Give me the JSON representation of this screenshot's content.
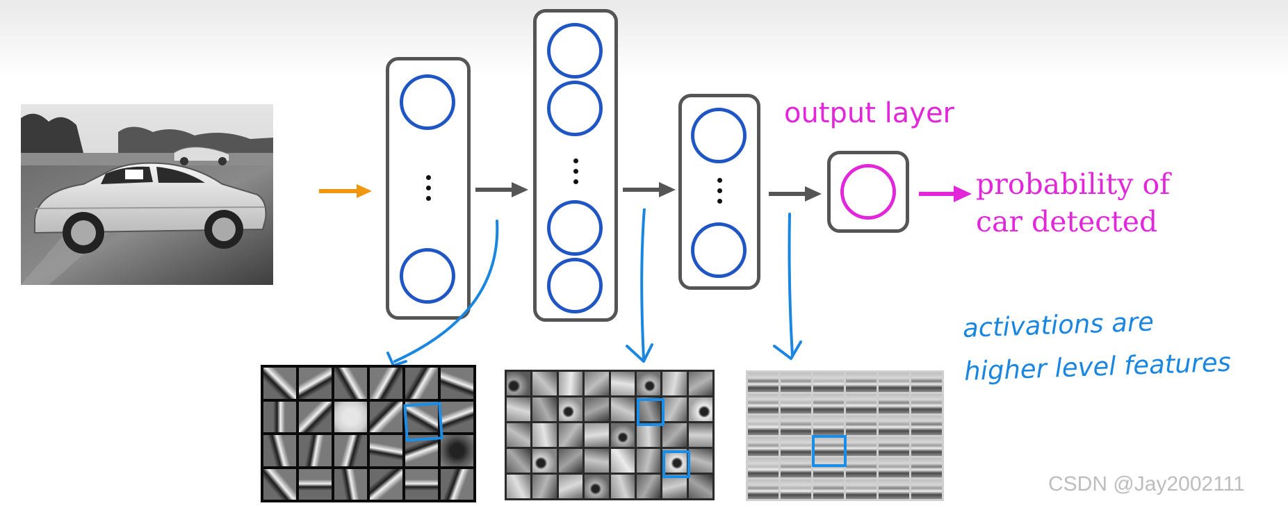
{
  "labels": {
    "output_layer": "output layer",
    "probability_line1": "probability of",
    "probability_line2": "car detected",
    "activations_line1": "activations are",
    "activations_line2": "higher level features"
  },
  "watermark": "CSDN @Jay2002111",
  "colors": {
    "neuron_blue": "#1f56c4",
    "output_magenta": "#e127d9",
    "input_arrow_orange": "#f0960f",
    "layer_arrow_gray": "#555555",
    "annotation_blue": "#1a86e0",
    "highlight_blue": "#1a8ee6"
  },
  "icons": {
    "input_image": "car-photo",
    "feature_maps": [
      "edge-filter-grid",
      "part-filter-grid",
      "object-filter-grid"
    ]
  },
  "network": {
    "hidden_layers": [
      {
        "visible_neurons": 2,
        "ellipsis": true
      },
      {
        "visible_neurons": 4,
        "ellipsis": true
      },
      {
        "visible_neurons": 2,
        "ellipsis": true
      }
    ],
    "output_neurons": 1
  }
}
